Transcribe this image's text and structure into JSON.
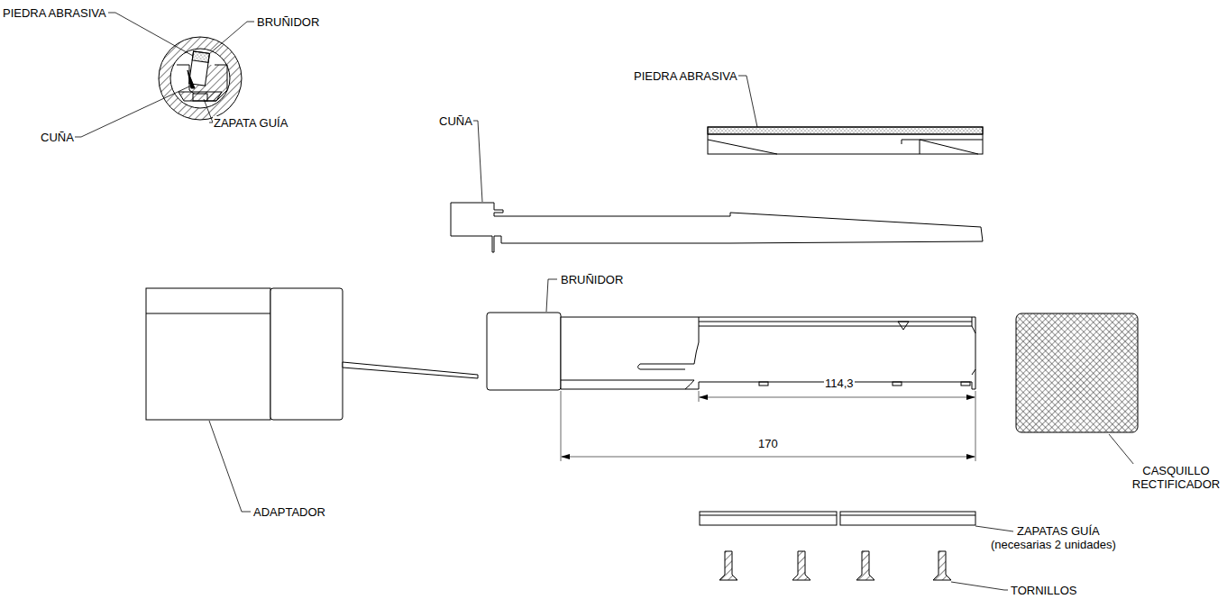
{
  "diagram": {
    "labels": [
      "PIEDRA ABRASIVA",
      "BRUÑIDOR",
      "CUÑA",
      "ZAPATA GUÍA",
      "PIEDRA ABRASIVA",
      "CUÑA",
      "BRUÑIDOR",
      "114,3",
      "170",
      "ADAPTADOR",
      "CASQUILLO RECTIFICADOR",
      "ZAPATAS GUÍA",
      "(necesarias 2 unidades)",
      "TORNILLOS"
    ]
  }
}
